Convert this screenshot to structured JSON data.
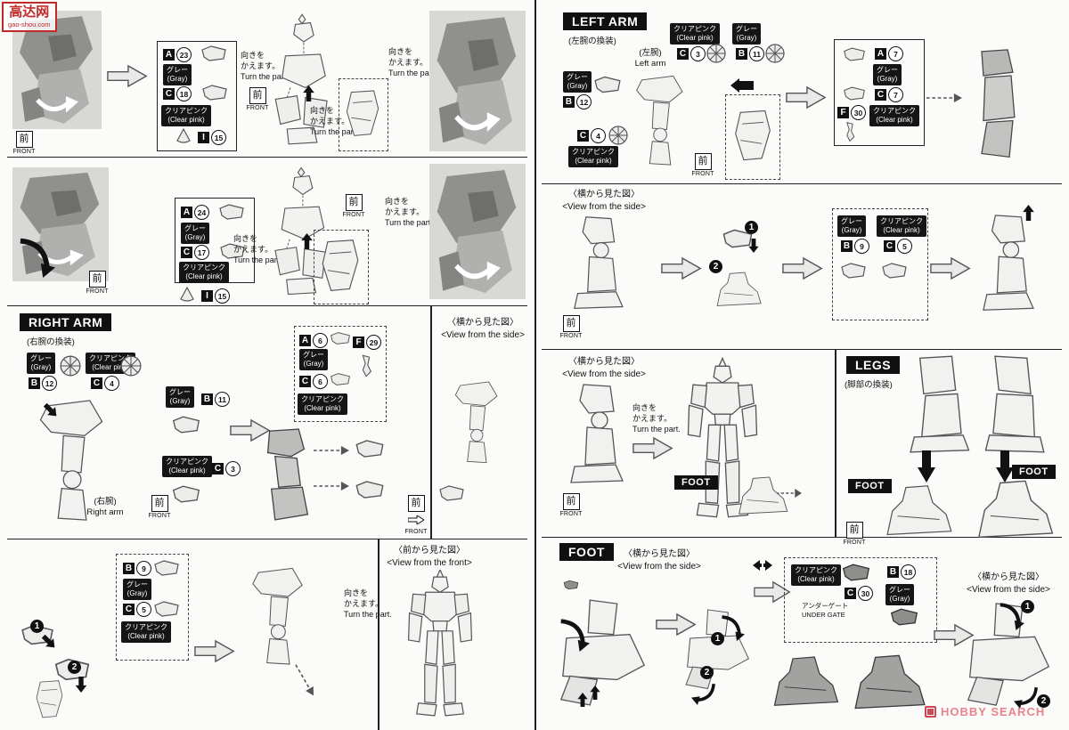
{
  "watermarks": {
    "top_main": "高达网",
    "top_sub": "gao-shou.com",
    "bottom": "HOBBY SEARCH"
  },
  "labels": {
    "turn": "向きを\nかえます。\nTurn the part.",
    "front_jp": "前",
    "front_en": "FRONT",
    "gray": "グレー\n(Gray)",
    "pink": "クリアピンク\n(Clear pink)",
    "side_view": "〈横から見た図〉\n<View from the side>",
    "front_view": "〈前から見た図〉\n<View from the front>",
    "under_gate": "アンダーゲート\nUNDER GATE"
  },
  "sections": {
    "right_arm_title": "RIGHT ARM",
    "right_arm_sub": "(右腕の換装)",
    "right_arm_caption": "(右腕)\nRight arm",
    "left_arm_title": "LEFT ARM",
    "left_arm_sub": "(左腕の換装)",
    "left_arm_caption": "(左腕)\nLeft arm",
    "legs_title": "LEGS",
    "legs_sub": "(脚部の換装)",
    "foot_title": "FOOT",
    "foot_tag": "FOOT"
  },
  "callouts": {
    "A23": {
      "l": "A",
      "n": "23"
    },
    "C18": {
      "l": "C",
      "n": "18"
    },
    "I15": {
      "l": "I",
      "n": "15"
    },
    "A24": {
      "l": "A",
      "n": "24"
    },
    "C17": {
      "l": "C",
      "n": "17"
    },
    "B12": {
      "l": "B",
      "n": "12"
    },
    "C4": {
      "l": "C",
      "n": "4"
    },
    "B11": {
      "l": "B",
      "n": "11"
    },
    "C3": {
      "l": "C",
      "n": "3"
    },
    "A6": {
      "l": "A",
      "n": "6"
    },
    "C6": {
      "l": "C",
      "n": "6"
    },
    "F29": {
      "l": "F",
      "n": "29"
    },
    "B9": {
      "l": "B",
      "n": "9"
    },
    "C5": {
      "l": "C",
      "n": "5"
    },
    "A7": {
      "l": "A",
      "n": "7"
    },
    "C7": {
      "l": "C",
      "n": "7"
    },
    "F30": {
      "l": "F",
      "n": "30"
    },
    "C30": {
      "l": "C",
      "n": "30"
    },
    "B18": {
      "l": "B",
      "n": "18"
    }
  },
  "steps": {
    "s1": "1",
    "s2": "2"
  }
}
